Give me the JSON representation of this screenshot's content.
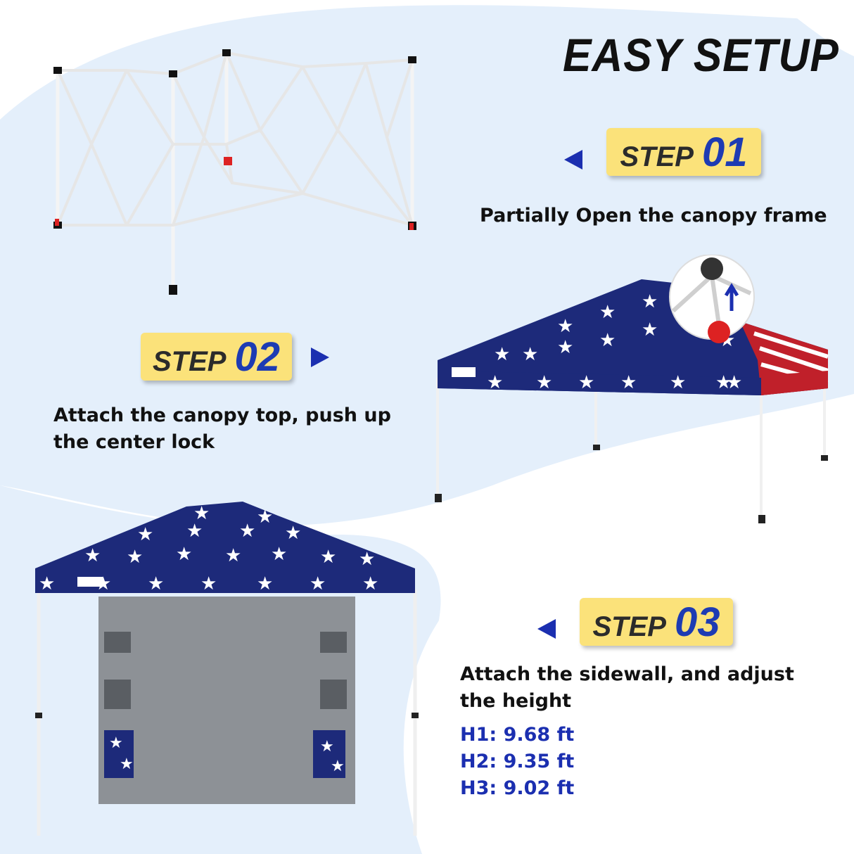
{
  "title": "EASY SETUP",
  "steps": [
    {
      "word": "STEP",
      "number": "01",
      "description": "Partially Open the canopy frame"
    },
    {
      "word": "STEP",
      "number": "02",
      "description_line1": "Attach the canopy top, push up",
      "description_line2": "the center lock"
    },
    {
      "word": "STEP",
      "number": "03",
      "description_line1": "Attach the sidewall, and adjust",
      "description_line2": "the height"
    }
  ],
  "heights": [
    "H1: 9.68 ft",
    "H2: 9.35 ft",
    "H3: 9.02 ft"
  ],
  "colors": {
    "accent_blue": "#1b2fb0",
    "badge_yellow": "#fbe27a",
    "canopy_navy": "#1d2a7a",
    "flag_red": "#c0202a",
    "background_blue": "#e4effb"
  }
}
